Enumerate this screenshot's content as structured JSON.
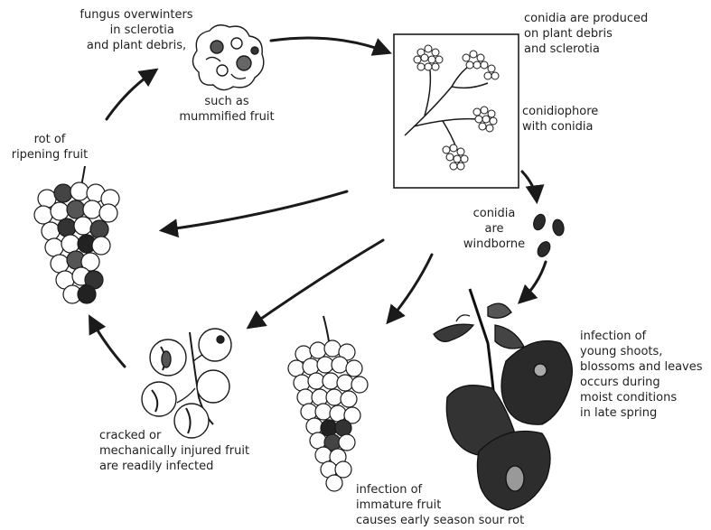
{
  "labels": {
    "overwinter": "fungus overwinters\n   in sclerotia\nand plant debris,",
    "mummified": "such as\nmummified fruit",
    "conidia_produced": "conidia are produced\non plant debris\nand sclerotia",
    "conidiophore": "conidiophore\nwith conidia",
    "windborne": "conidia\nare\nwindborne",
    "shoots": "infection of\nyoung shoots,\nblossoms and leaves\noccurs during\nmoist conditions\nin late spring",
    "immature": "infection of\nimmature fruit\ncauses early season sour rot",
    "cracked": "cracked or\nmechanically injured fruit\nare readily infected",
    "ripening": "rot of\nripening fruit"
  },
  "icons": [
    "sclerotia-icon",
    "conidiophore-icon",
    "conidia-spores-icon",
    "infected-shoot-icon",
    "immature-grape-cluster-icon",
    "injured-berries-icon",
    "rotting-grape-cluster-icon"
  ],
  "colors": {
    "ink": "#1a1a1a",
    "leaf": "#2a2a2a",
    "text": "#222222"
  }
}
